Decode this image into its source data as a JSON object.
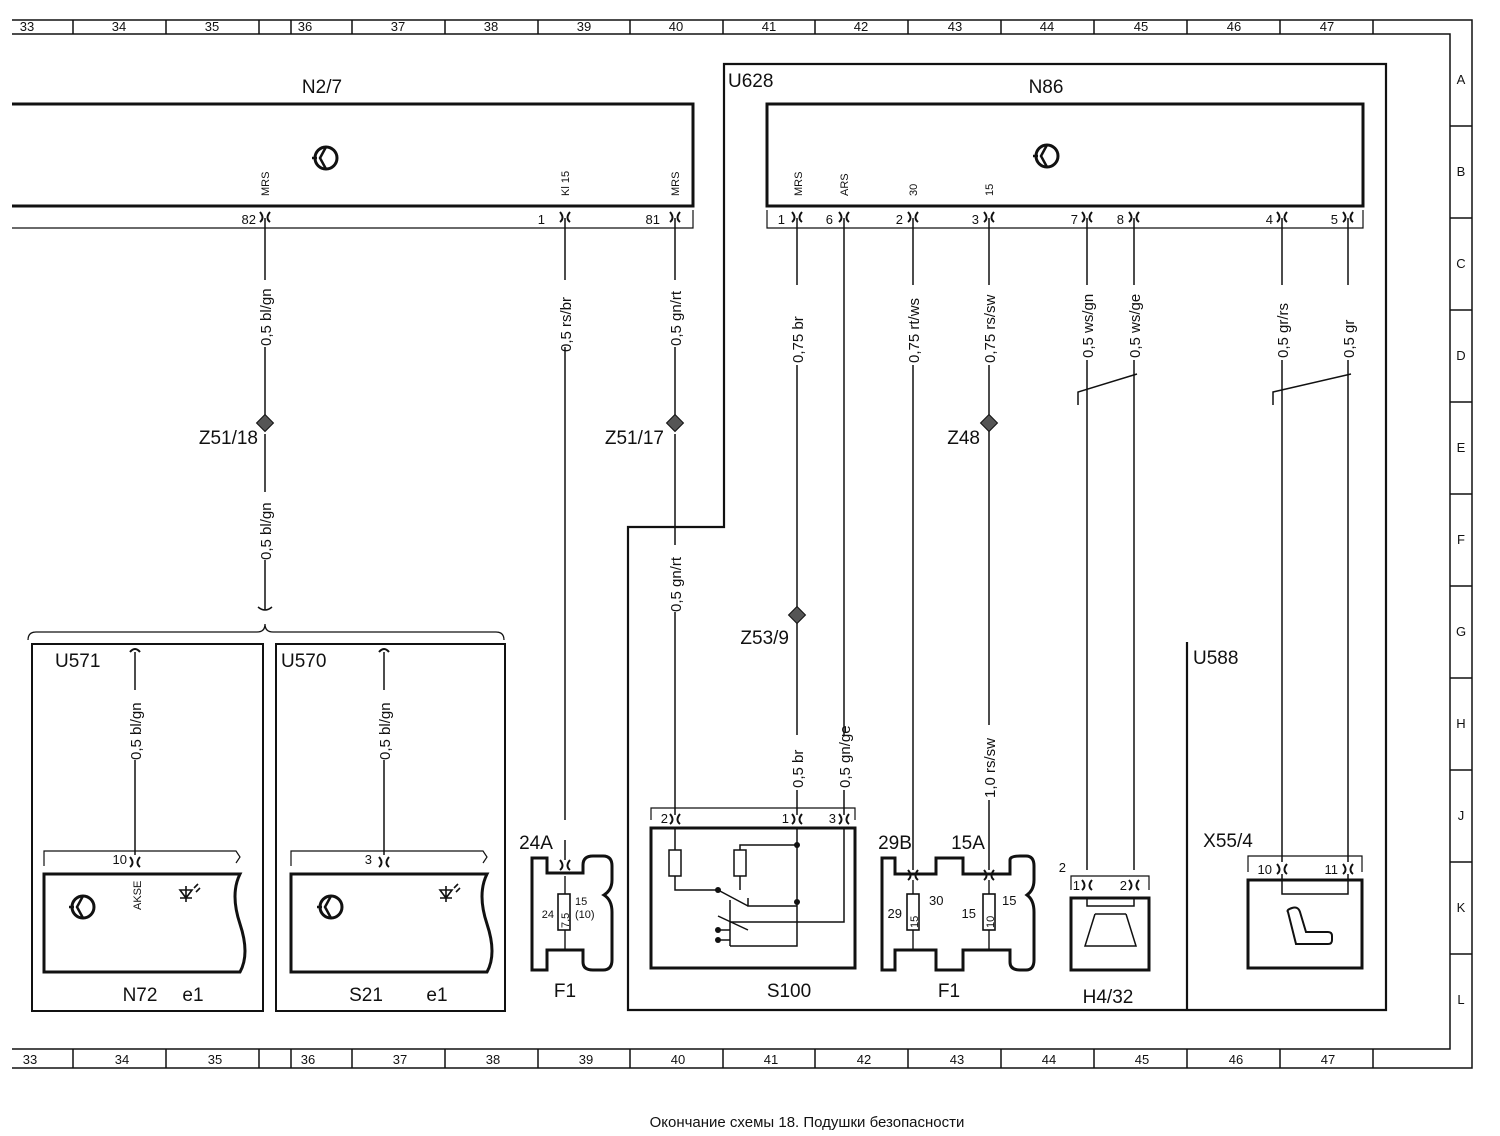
{
  "grid": {
    "columns": [
      "33",
      "34",
      "35",
      "36",
      "37",
      "38",
      "39",
      "40",
      "41",
      "42",
      "43",
      "44",
      "45",
      "46",
      "47"
    ],
    "rows": [
      "A",
      "B",
      "C",
      "D",
      "E",
      "F",
      "G",
      "H",
      "J",
      "K",
      "L"
    ]
  },
  "components": {
    "n2_7": "N2/7",
    "n86": "N86",
    "u628": "U628",
    "u571": "U571",
    "u570": "U570",
    "u588": "U588",
    "n72": "N72",
    "n72_e1": "e1",
    "s21": "S21",
    "s21_e1": "e1",
    "f1_left": "F1",
    "f1_right": "F1",
    "s100": "S100",
    "h4_32": "H4/32",
    "x55_4": "X55/4"
  },
  "pins": {
    "n2_7_82": "82",
    "n2_7_1": "1",
    "n2_7_81": "81",
    "n2_7_82_sig": "MRS",
    "n2_7_1_sig": "Kl 15",
    "n2_7_81_sig": "MRS",
    "n86_1": "1",
    "n86_6": "6",
    "n86_2": "2",
    "n86_3": "3",
    "n86_7": "7",
    "n86_8": "8",
    "n86_4": "4",
    "n86_5": "5",
    "n86_1_sig": "MRS",
    "n86_6_sig": "ARS",
    "n86_2_sig": "30",
    "n86_3_sig": "15",
    "n72_10": "10",
    "n72_sig": "AKSE",
    "s21_3": "3",
    "f1l_top": "24A",
    "f1l_24": "24",
    "f1l_75": "7,5",
    "f1l_15": "15",
    "f1l_10": "(10)",
    "s100_2": "2",
    "s100_1": "1",
    "s100_3": "3",
    "f1r_29b": "29B",
    "f1r_15a": "15A",
    "f1r_29": "29",
    "f1r_30": "30",
    "f1r_15in": "15",
    "f1r_15out": "15",
    "f1r_fuse15": "15",
    "f1r_fuse10": "10",
    "h4_2": "2",
    "h4_1": "1",
    "h4_2b": "2",
    "x55_10": "10",
    "x55_11": "11"
  },
  "splices": {
    "z51_18": "Z51/18",
    "z51_17": "Z51/17",
    "z48": "Z48",
    "z53_9": "Z53/9"
  },
  "wires": {
    "w82_a": "0,5 bl/gn",
    "w82_b": "0,5 bl/gn",
    "w1": "0,5 rs/br",
    "w81_a": "0,5 gn/rt",
    "w81_b": "0,5 gn/rt",
    "wn1_a": "0,75 br",
    "wn1_b": "0,5 br",
    "wn6": "0,5 gn/ge",
    "wn2": "0,75 rt/ws",
    "wn3_a": "0,75 rs/sw",
    "wn3_b": "1,0 rs/sw",
    "wn7": "0,5 ws/gn",
    "wn8": "0,5 ws/ge",
    "wn4": "0,5 gr/rs",
    "wn5": "0,5 gr",
    "wu571": "0,5 bl/gn",
    "wu570": "0,5 bl/gn"
  },
  "caption": "Окончание схемы 18. Подушки безопасности"
}
